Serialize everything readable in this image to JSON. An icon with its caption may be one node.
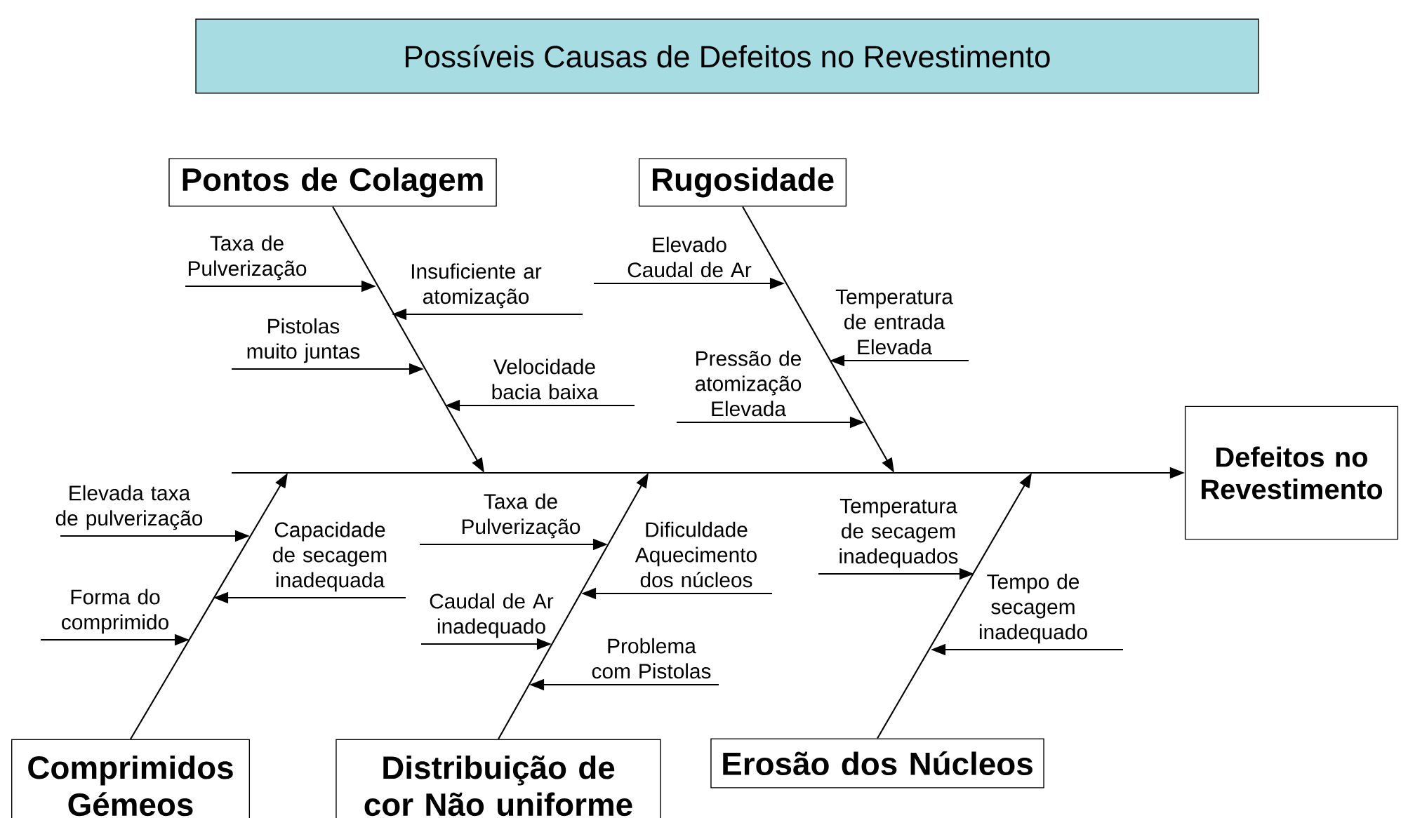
{
  "diagram": {
    "title": "Possíveis Causas de Defeitos no Revestimento",
    "nodes": [
      {
        "text": [
          "Pontos de Colagem"
        ]
      },
      {
        "text": [
          "Rugosidade"
        ]
      },
      {
        "text": [
          "Defeitos no Revestimento"
        ]
      },
      {
        "text": [
          "Comprimidos Gémeos"
        ]
      },
      {
        "text": [
          "Distribuição de cor Não uniforme"
        ]
      },
      {
        "text": [
          "Erosão dos Núcleos"
        ]
      }
    ],
    "edges": [
      {
        "from": 0,
        "to": null,
        "arrow": "to"
      },
      {
        "from": 1,
        "to": null,
        "arrow": "to"
      },
      {
        "from": 3,
        "to": null,
        "arrow": "to"
      },
      {
        "from": 4,
        "to": null,
        "arrow": "to"
      },
      {
        "from": 5,
        "to": null,
        "arrow": "to"
      },
      {
        "from": null,
        "to": 2,
        "arrow": "to"
      }
    ],
    "labels": [
      "Elevado Caudal de Ar",
      "Taxa de Pulverização",
      "Insuficiente ar atomização",
      "Temperatura de entrada Elevada",
      "Pistolas muito juntas",
      "Pressão de atomização Elevada",
      "Velocidade bacia baixa",
      "Elevada taxa de pulverização",
      "Taxa de Pulverização",
      "Temperatura de secagem inadequados",
      "Dificuldade Aquecimento dos núcleos",
      "Capacidade de secagem inadequada",
      "Forma do comprimido",
      "Caudal de Ar inadequado",
      "Tempo de secagem inadequado",
      "Problema com Pistolas"
    ]
  }
}
